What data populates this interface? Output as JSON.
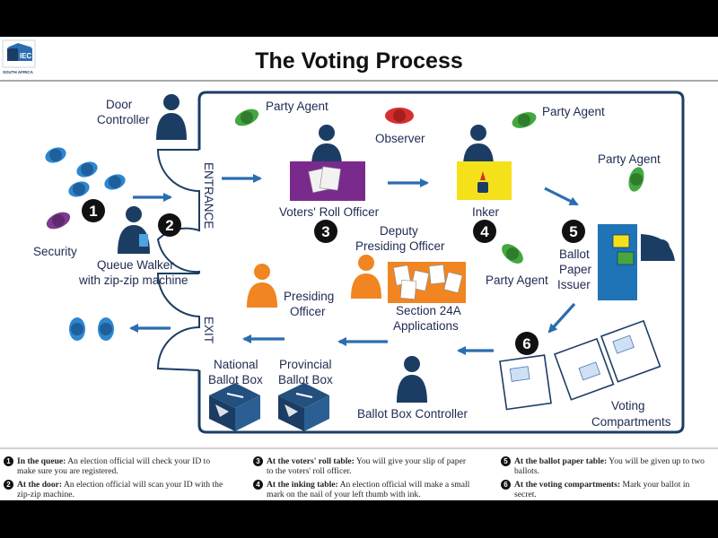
{
  "header": {
    "title": "The Voting Process",
    "logo_text": "IEC",
    "logo_caption": "SOUTH AFRICA"
  },
  "labels": {
    "door_controller": [
      "Door",
      "Controller"
    ],
    "security": "Security",
    "queue_walker": [
      "Queue Walker",
      "with zip-zip machine"
    ],
    "entrance": "ENTRANCE",
    "exit": "EXIT",
    "party_agent": "Party Agent",
    "observer": "Observer",
    "voters_roll_officer": "Voters' Roll Officer",
    "inker": "Inker",
    "deputy_presiding_officer": [
      "Deputy",
      "Presiding Officer"
    ],
    "section_24a": [
      "Section 24A",
      "Applications"
    ],
    "ballot_paper_issuer": [
      "Ballot",
      "Paper",
      "Issuer"
    ],
    "presiding_officer": [
      "Presiding",
      "Officer"
    ],
    "national_ballot_box": [
      "National",
      "Ballot Box"
    ],
    "provincial_ballot_box": [
      "Provincial",
      "Ballot Box"
    ],
    "ballot_box_controller": "Ballot Box Controller",
    "voting_compartments": [
      "Voting",
      "Compartments"
    ]
  },
  "steps": [
    "1",
    "2",
    "3",
    "4",
    "5",
    "6"
  ],
  "legend": [
    {
      "num": "1",
      "title": "In the queue:",
      "text": "An election official will check your ID to make sure you are registered."
    },
    {
      "num": "2",
      "title": "At the door:",
      "text": "An election official will scan your ID with the zip-zip machine."
    },
    {
      "num": "3",
      "title": "At the voters' roll table:",
      "text": "You will give your slip of paper to the voters' roll officer."
    },
    {
      "num": "4",
      "title": "At the inking table:",
      "text": "An election official will make a small mark on the nail of your left thumb with ink."
    },
    {
      "num": "5",
      "title": "At the ballot paper table:",
      "text": "You will be given up to two ballots."
    },
    {
      "num": "6",
      "title": "At the voting compartments:",
      "text": "Mark your ballot in secret."
    }
  ],
  "colors": {
    "official": "#1c3d63",
    "voter": "#2e86d0",
    "security": "#7d3b8f",
    "party_agent": "#44a740",
    "observer": "#d62f2f",
    "presiding": "#f08522",
    "arrow": "#2a6db0",
    "room_border": "#1c3d63",
    "voters_roll_table": "#7a2a8c",
    "inker_table": "#f5e11a",
    "issuer_table": "#1f73b7"
  }
}
